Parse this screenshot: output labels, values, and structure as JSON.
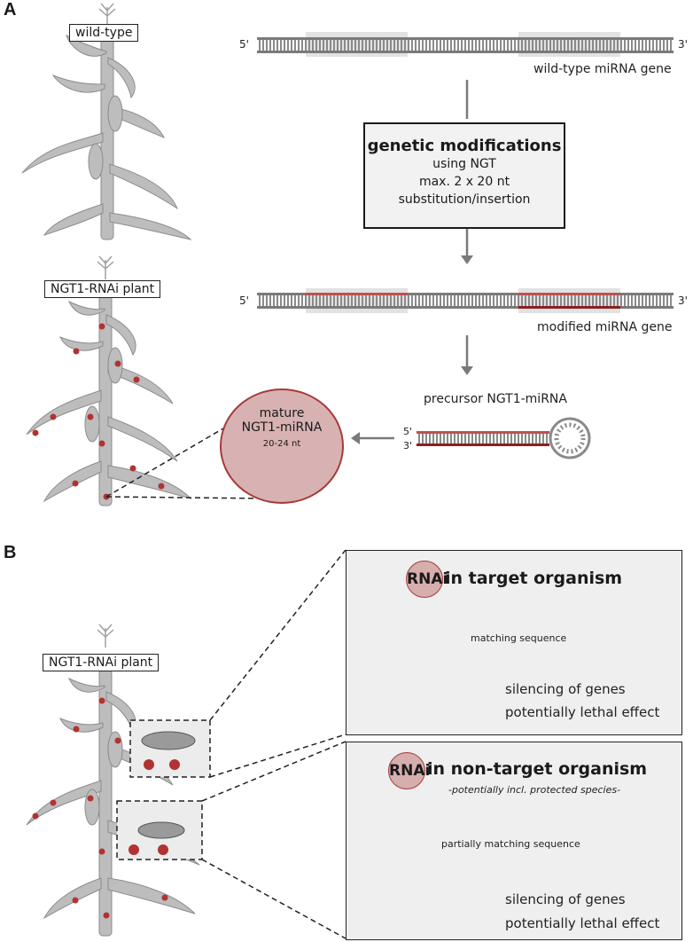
{
  "panel_a": {
    "letter": "A",
    "wild_type_label": "wild-type",
    "ngt1_plant_label": "NGT1-RNAi plant",
    "five_prime": "5'",
    "three_prime": "3'",
    "wild_type_gene": "wild-type miRNA gene",
    "genetic_box": {
      "title": "genetic modifications",
      "lines": [
        "using NGT",
        "max. 2 x 20 nt",
        "substitution/insertion"
      ]
    },
    "modified_gene": "modified miRNA gene",
    "precursor": "precursor NGT1-miRNA",
    "mature": {
      "line1": "mature",
      "line2": "NGT1-miRNA",
      "length": "20-24 nt"
    }
  },
  "panel_b": {
    "letter": "B",
    "plant_label": "NGT1-RNAi plant",
    "target": {
      "rnai": "RNAi",
      "title": "in target organism",
      "sequence_label": "matching sequence",
      "effect1": "silencing of genes",
      "effect2": "potentially lethal effect"
    },
    "nontarget": {
      "rnai": "RNAi",
      "title": "in non-target organism",
      "subtitle": "-potentially incl. protected species-",
      "sequence_label": "partially matching sequence",
      "effect1": "silencing of genes",
      "effect2": "potentially lethal effect"
    }
  },
  "colors": {
    "accent_red": "#a83a3a",
    "rna_red": "#c0504d",
    "gray_plant": "#b8b8b8",
    "dna_gray": "#7a7a7a"
  }
}
